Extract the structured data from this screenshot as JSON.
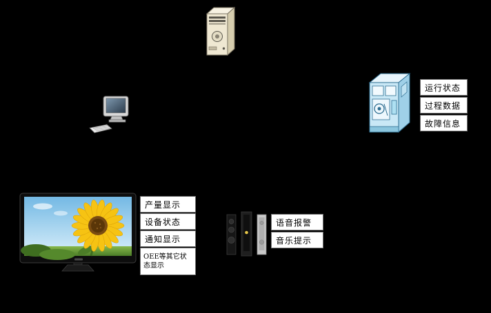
{
  "diagram": {
    "background_color": "#000000",
    "colors": {
      "label_background": "#ffffff",
      "label_border": "#777777",
      "label_text": "#000000"
    },
    "icons": {
      "server": "server-tower-icon",
      "workstation": "desktop-computer-icon",
      "machine": "production-machine-icon",
      "display": "tv-display-icon",
      "speakers": "speakers-icon"
    },
    "machine": {
      "labels": [
        "运行状态",
        "过程数据",
        "故障信息"
      ]
    },
    "display": {
      "labels": [
        "产量显示",
        "设备状态",
        "通知显示",
        "OEE等其它状态显示"
      ]
    },
    "speakers": {
      "labels": [
        "语音报警",
        "音乐提示"
      ]
    }
  }
}
